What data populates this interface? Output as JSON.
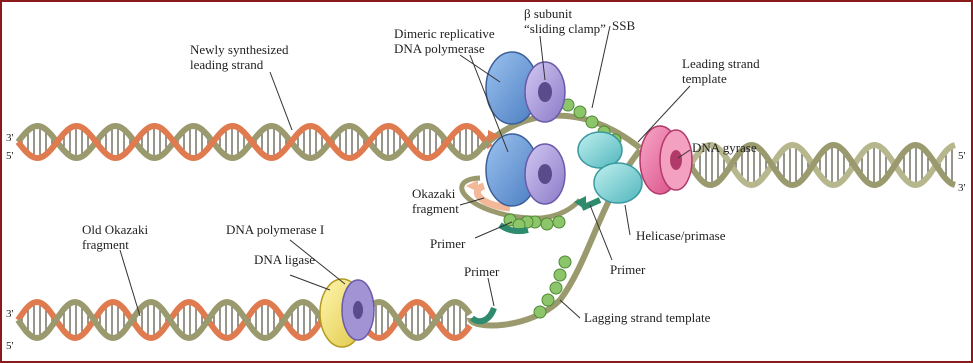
{
  "labels": {
    "newly_synthesized": [
      "Newly synthesized",
      "leading strand"
    ],
    "dimeric_polymerase": [
      "Dimeric replicative",
      "DNA polymerase"
    ],
    "beta_subunit": [
      "β subunit",
      "“sliding clamp”"
    ],
    "ssb": "SSB",
    "leading_template": [
      "Leading strand",
      "template"
    ],
    "dna_gyrase": "DNA gyrase",
    "okazaki_fragment": [
      "Okazaki",
      "fragment"
    ],
    "primer_left": "Primer",
    "helicase_primase": "Helicase/primase",
    "primer_right": "Primer",
    "old_okazaki": [
      "Old Okazaki",
      "fragment"
    ],
    "dna_polymerase_1": "DNA polymerase I",
    "dna_ligase": "DNA ligase",
    "primer_bottom": "Primer",
    "lagging_template": "Lagging strand template"
  },
  "strand_ends": {
    "top_left_a": "3'",
    "top_left_b": "5'",
    "top_right_a": "5'",
    "top_right_b": "3'",
    "bottom_left_a": "3'",
    "bottom_left_b": "5'"
  },
  "colors": {
    "frame": "#8b1a1a",
    "backbone": "#9a9a6e",
    "new_strand": "#e07b4f",
    "polymerase_blue": "#6f9fd8",
    "polymerase_violet": "#a89ad8",
    "gyrase": "#ef6fa0",
    "helicase": "#7fd6d6",
    "ssb": "#8cc56a",
    "primer": "#2e8b6e",
    "pol1": "#9e8fd0",
    "ligase": "#f2e27a"
  }
}
